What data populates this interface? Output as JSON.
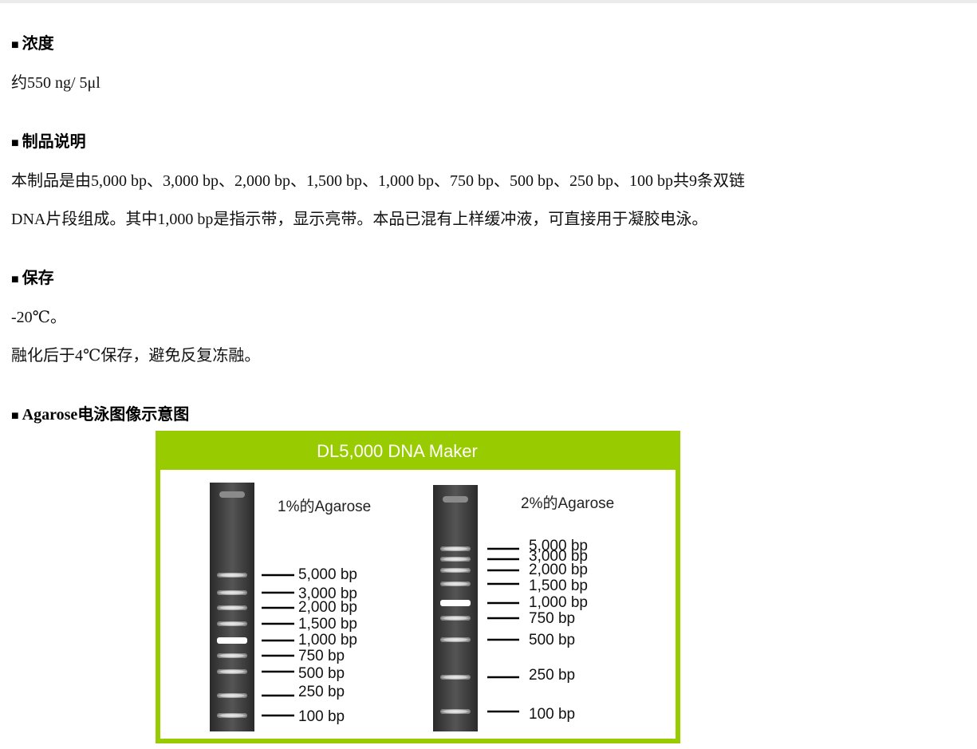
{
  "sections": {
    "concentration": {
      "marker": "■",
      "title": "浓度",
      "text": "约550 ng/ 5μl"
    },
    "description": {
      "marker": "■",
      "title": "制品说明",
      "line1": "本制品是由5,000 bp、3,000 bp、2,000 bp、1,500 bp、1,000 bp、750 bp、500 bp、250 bp、100 bp共9条双链",
      "line2": "DNA片段组成。其中1,000 bp是指示带，显示亮带。本品已混有上样缓冲液，可直接用于凝胶电泳。"
    },
    "storage": {
      "marker": "■",
      "title": "保存",
      "line1": "-20℃。",
      "line2": "融化后于4℃保存，避免反复冻融。"
    },
    "figure_section": {
      "marker": "■",
      "title_en": "Agarose",
      "title_zh": "电泳图像示意图"
    }
  },
  "figure": {
    "title": "DL5,000  DNA  Maker",
    "accent_color": "#99cc00",
    "gel_color": "#3a3a3a",
    "band_color": "#f2f2f2",
    "gels": [
      {
        "label": "1%的Agarose",
        "bands": [
          {
            "size": 5000,
            "label": "5,000  bp"
          },
          {
            "size": 3000,
            "label": "3,000  bp"
          },
          {
            "size": 2000,
            "label": "2,000  bp"
          },
          {
            "size": 1500,
            "label": "1,500  bp"
          },
          {
            "size": 1000,
            "label": "1,000  bp",
            "bright": true
          },
          {
            "size": 750,
            "label": "750  bp"
          },
          {
            "size": 500,
            "label": "500  bp"
          },
          {
            "size": 250,
            "label": "250  bp"
          },
          {
            "size": 100,
            "label": "100  bp"
          }
        ]
      },
      {
        "label": "2%的Agarose",
        "bands": [
          {
            "size": 5000,
            "label": "5,000  bp"
          },
          {
            "size": 3000,
            "label": "3,000  bp"
          },
          {
            "size": 2000,
            "label": "2,000  bp"
          },
          {
            "size": 1500,
            "label": "1,500  bp"
          },
          {
            "size": 1000,
            "label": "1,000  bp",
            "bright": true
          },
          {
            "size": 750,
            "label": "750  bp"
          },
          {
            "size": 500,
            "label": "500  bp"
          },
          {
            "size": 250,
            "label": "250  bp"
          },
          {
            "size": 100,
            "label": "100  bp"
          }
        ]
      }
    ]
  }
}
